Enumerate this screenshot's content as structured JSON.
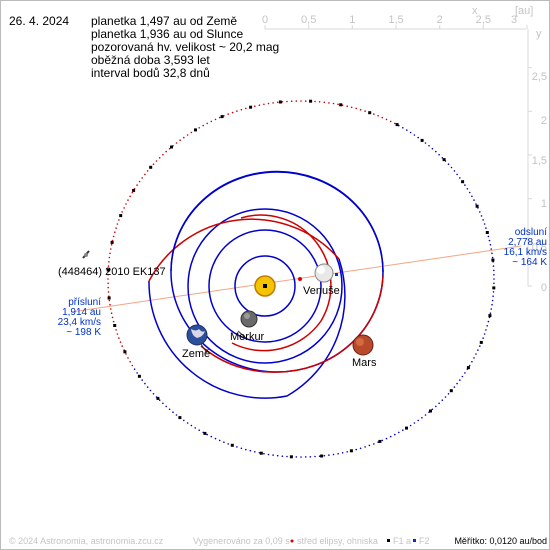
{
  "date": "26. 4. 2024",
  "info_lines": [
    "planetka 1,497 au od Země",
    "planetka 1,936 au od Slunce",
    "pozorovaná hv. velikost ~ 20,2 mag",
    "oběžná doba 3,593 let",
    "interval bodů 32,8 dnů"
  ],
  "axis": {
    "x_label": "x",
    "y_label": "y",
    "unit": "[au]",
    "x_ticks": [
      "0",
      "0,5",
      "1",
      "1,5",
      "2",
      "2,5",
      "3"
    ],
    "y_ticks": [
      "2,5",
      "2",
      "1,5",
      "1",
      "0,5",
      "0"
    ]
  },
  "asteroid_name": "(448464) 2010 EK137",
  "bodies": {
    "venus": "Venuše",
    "mercury": "Merkur",
    "earth": "Země",
    "mars": "Mars"
  },
  "aphelion": [
    "odsluní",
    "2,778 au",
    "16,1 km/s",
    "~ 164 K"
  ],
  "perihelion": [
    "přísluní",
    "1,914 au",
    "23,4 km/s",
    "~ 198 K"
  ],
  "footer": {
    "copyright": "© 2024 Astronomia, astronomia.zcu.cz",
    "generated": "Vygenerováno za 0,09 s",
    "legend_center": "střed elipsy, ohniska",
    "legend_f1": "F1 a",
    "legend_f2": "F2",
    "scale": "Měřítko: 0,0120 au/bod"
  },
  "colors": {
    "ellipse_center": "#dd0000",
    "focus_f1": "#000000",
    "focus_f2": "#0033cc",
    "orbit_blue": "#0000cc",
    "orbit_red": "#cc0000",
    "apsides_line": "#f4a582"
  }
}
